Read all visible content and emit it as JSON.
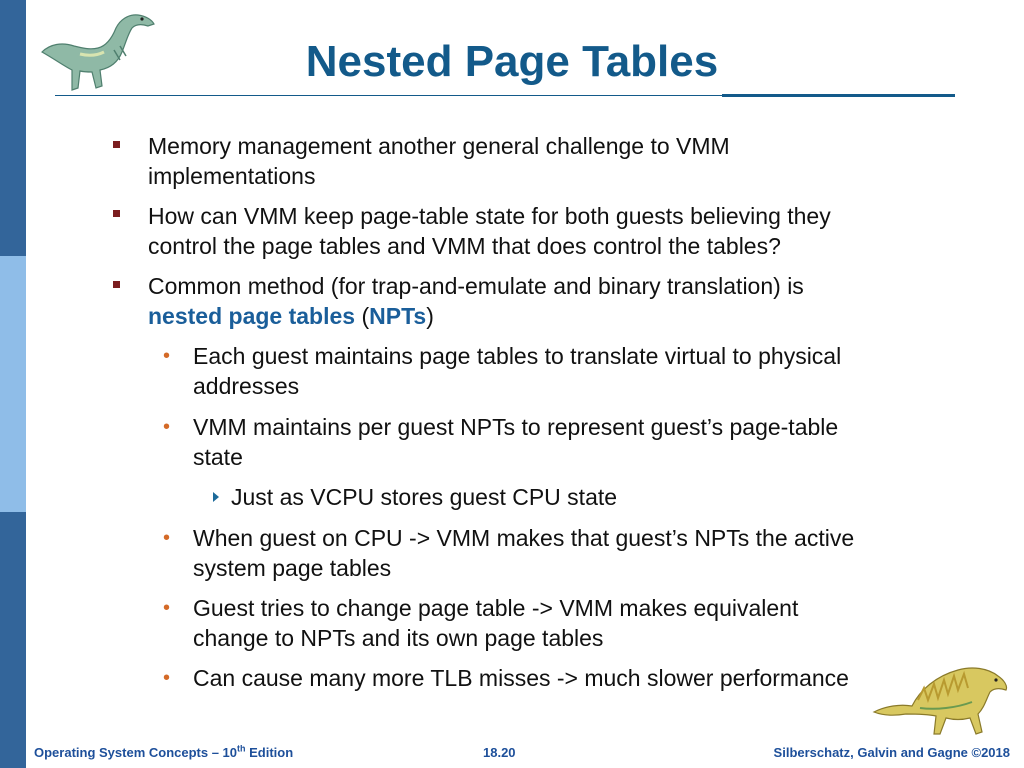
{
  "slide": {
    "title": "Nested Page Tables"
  },
  "bullets": [
    {
      "line1": "Memory management another general challenge to VMM",
      "line2": "implementations"
    },
    {
      "line1": "How can VMM keep page-table state for both guests believing they",
      "line2": "control the page tables and VMM that does control the tables?"
    },
    {
      "line1": "Common method (for trap-and-emulate and binary translation) is",
      "term": "nested page tables",
      "paren_open": " (",
      "abbr": "NPTs",
      "paren_close": ")"
    }
  ],
  "subbullets": [
    {
      "line1": "Each guest maintains page tables to translate virtual to physical",
      "line2": "addresses"
    },
    {
      "line1": "VMM maintains per guest NPTs to represent guest’s page-table",
      "line2": "state"
    },
    {
      "line1": "When guest on CPU -> VMM makes that guest’s NPTs the active",
      "line2": "system page tables"
    },
    {
      "line1": "Guest tries to change page table -> VMM makes equivalent",
      "line2": "change to NPTs and its own page tables"
    },
    {
      "line1": "Can cause many more TLB misses -> much slower performance"
    }
  ],
  "subsubbullets": [
    {
      "text": "Just as VCPU stores guest CPU state"
    }
  ],
  "footer": {
    "left_prefix": "Operating System Concepts – 10",
    "left_sup": "th",
    "left_suffix": " Edition",
    "page": "18.20",
    "right": "Silberschatz, Galvin and Gagne ©2018"
  },
  "colors": {
    "title": "#135a8a",
    "sidebar_dark": "#33659a",
    "sidebar_light": "#8fbde8",
    "square_bullet": "#7b1d1f",
    "dot_bullet": "#d46a28",
    "highlight": "#1a5e9a"
  },
  "icons": {
    "top_left": "dinosaur-icon",
    "bottom_right": "dinosaur-icon"
  }
}
